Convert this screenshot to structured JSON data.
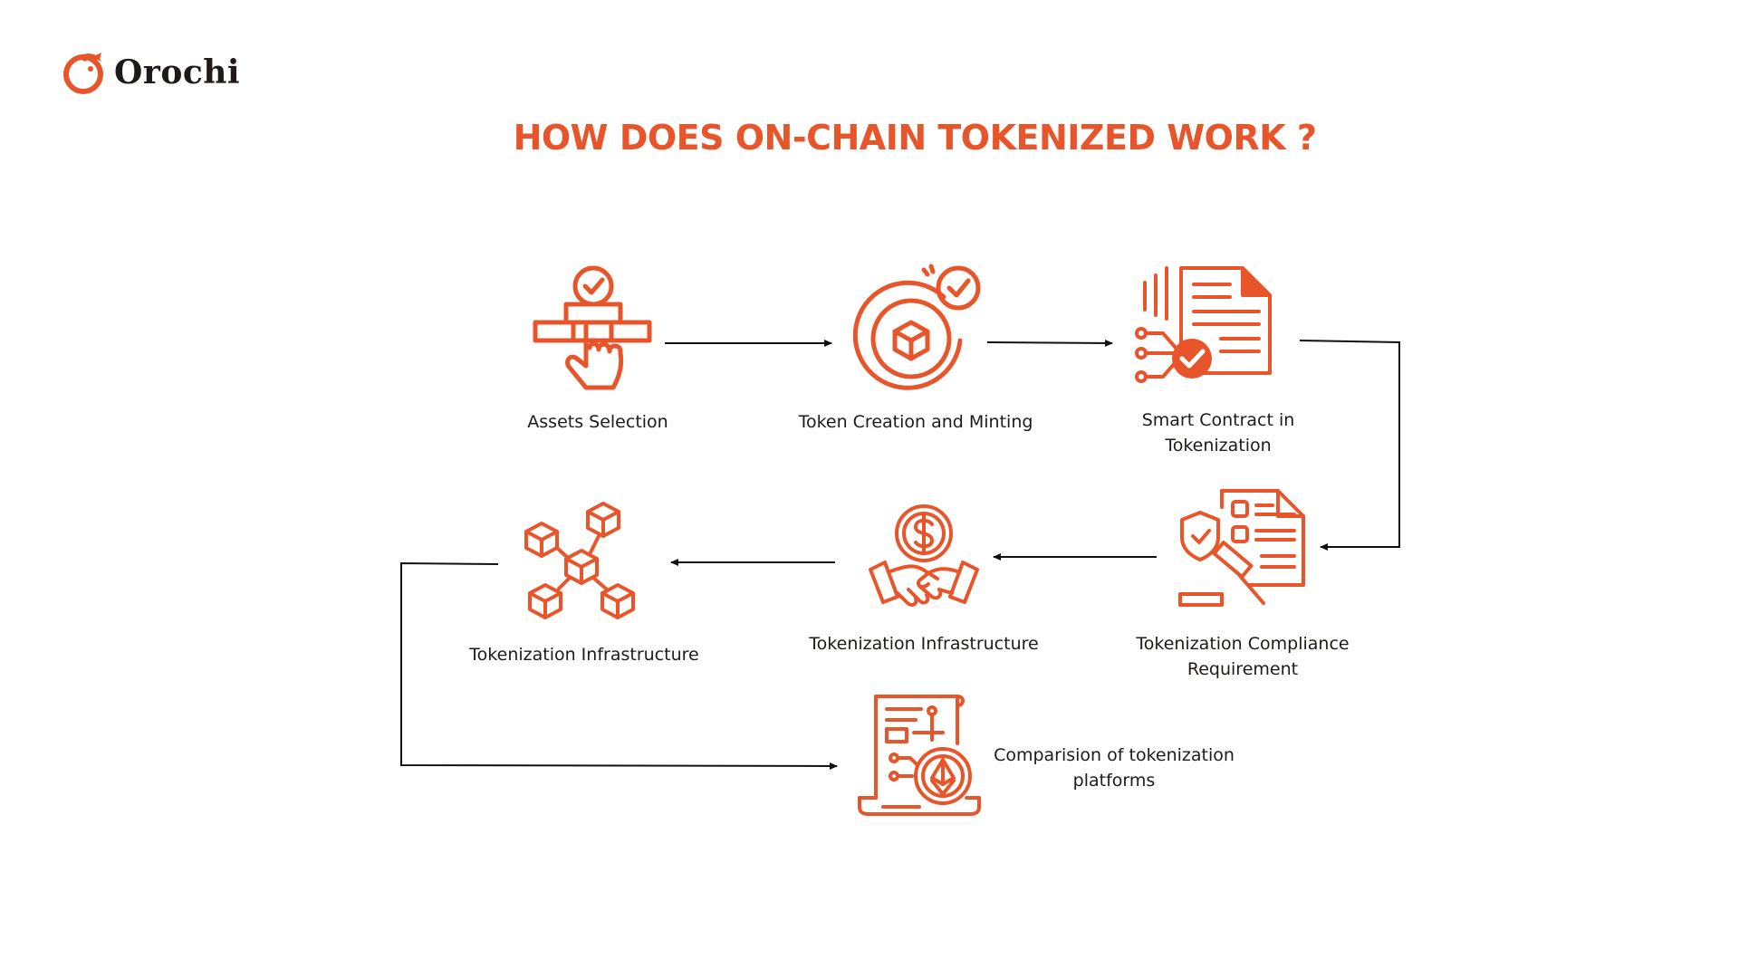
{
  "brand": {
    "name": "Orochi",
    "accent": "#e8552a"
  },
  "title": "HOW DOES ON-CHAIN TOKENIZED WORK ?",
  "steps": {
    "assets_selection": "Assets Selection",
    "token_creation": "Token Creation and Minting",
    "smart_contract": {
      "line1": "Smart Contract in",
      "line2": "Tokenization"
    },
    "compliance": {
      "line1": "Tokenization Compliance",
      "line2": "Requirement"
    },
    "infrastructure_mid": "Tokenization Infrastructure",
    "infrastructure_left": "Tokenization Infrastructure",
    "comparison": {
      "line1": "Comparision of tokenization",
      "line2": "platforms"
    }
  },
  "icons": {
    "assets_selection": "blocks-hand-check-icon",
    "token_creation": "coin-cube-check-icon",
    "smart_contract": "document-circuit-check-icon",
    "compliance": "document-shield-gavel-icon",
    "infrastructure_mid": "handshake-dollar-icon",
    "infrastructure_left": "cube-network-icon",
    "comparison": "laptop-ethereum-icon"
  }
}
